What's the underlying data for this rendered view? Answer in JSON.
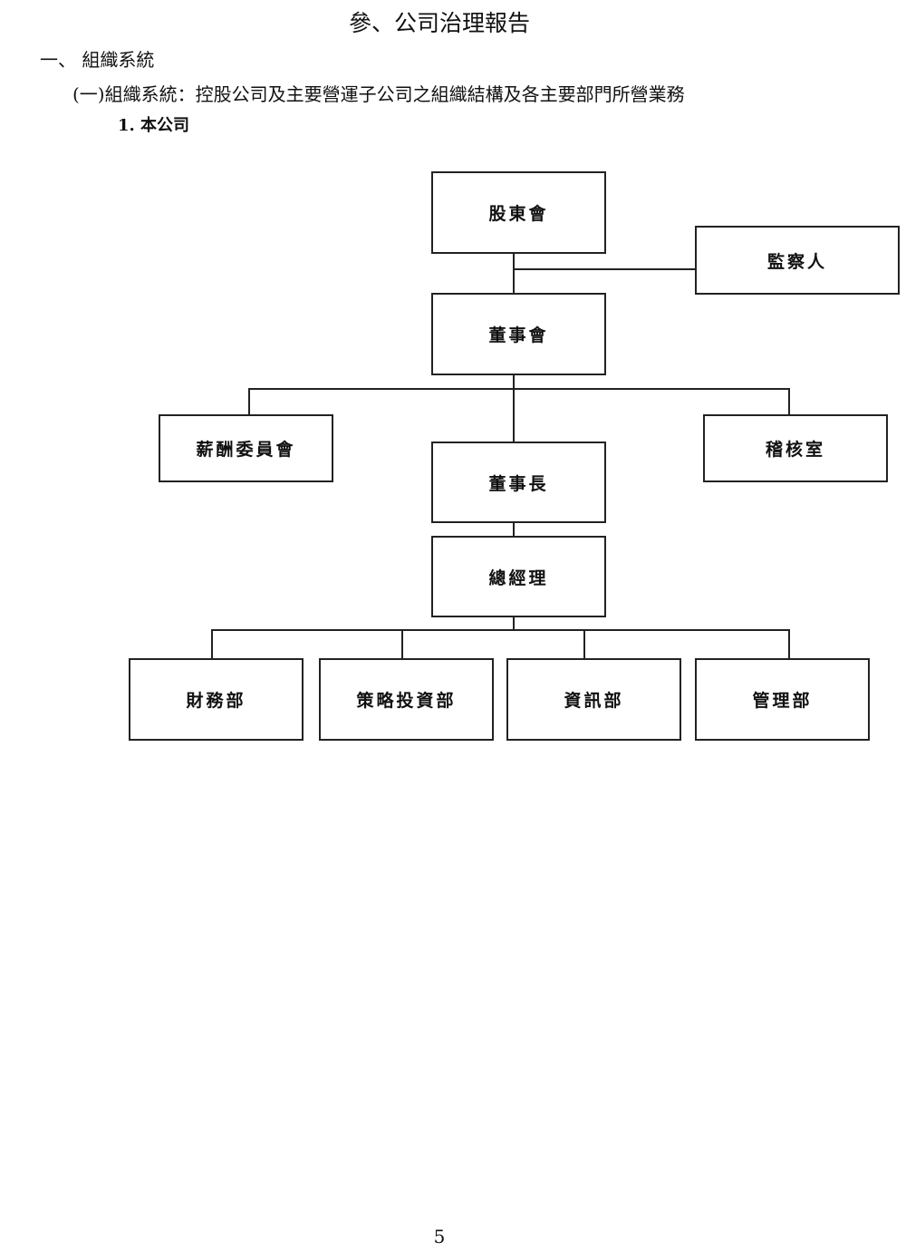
{
  "header": {
    "title": "參、公司治理報告",
    "section": "一、 組織系統",
    "subsection": "(一)組織系統：控股公司及主要營運子公司之組織結構及各主要部門所營業務",
    "item": "1. 本公司"
  },
  "org_chart": {
    "shareholders": "股東會",
    "supervisor": "監察人",
    "board": "董事會",
    "compensation_committee": "薪酬委員會",
    "audit_office": "稽核室",
    "chairman": "董事長",
    "general_manager": "總經理",
    "departments": [
      "財務部",
      "策略投資部",
      "資訊部",
      "管理部"
    ]
  },
  "footer": {
    "page_number": "5"
  }
}
